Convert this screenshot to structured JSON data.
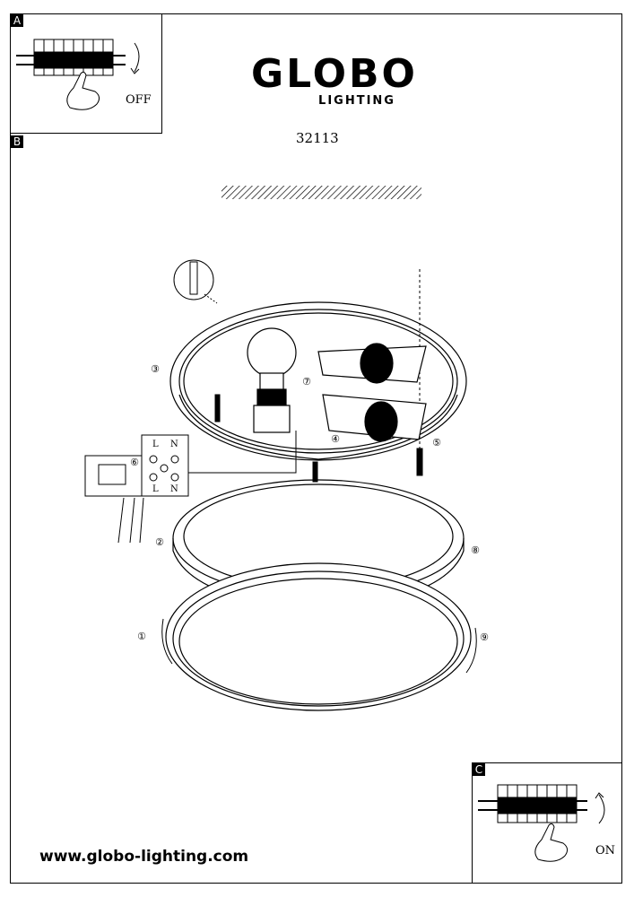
{
  "brand": {
    "name": "GLOBO",
    "sub": "LIGHTING"
  },
  "model": "32113",
  "website": "www.globo-lighting.com",
  "panels": {
    "a": {
      "tag": "A",
      "label": "OFF"
    },
    "b": {
      "tag": "B"
    },
    "c": {
      "tag": "C",
      "label": "ON"
    }
  },
  "terminal": {
    "l": "L",
    "n": "N"
  },
  "steps": [
    "①",
    "②",
    "③",
    "④",
    "⑤",
    "⑥",
    "⑦",
    "⑧",
    "⑨"
  ]
}
